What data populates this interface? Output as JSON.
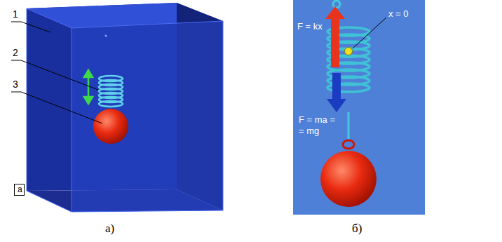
{
  "diagram": {
    "nodes": [
      {
        "text": [
          "a"
        ]
      }
    ],
    "labels": [
      "1",
      "2",
      "3",
      "а)",
      "F = kx",
      "x = 0",
      "F = ma = = mg",
      "б)"
    ]
  }
}
